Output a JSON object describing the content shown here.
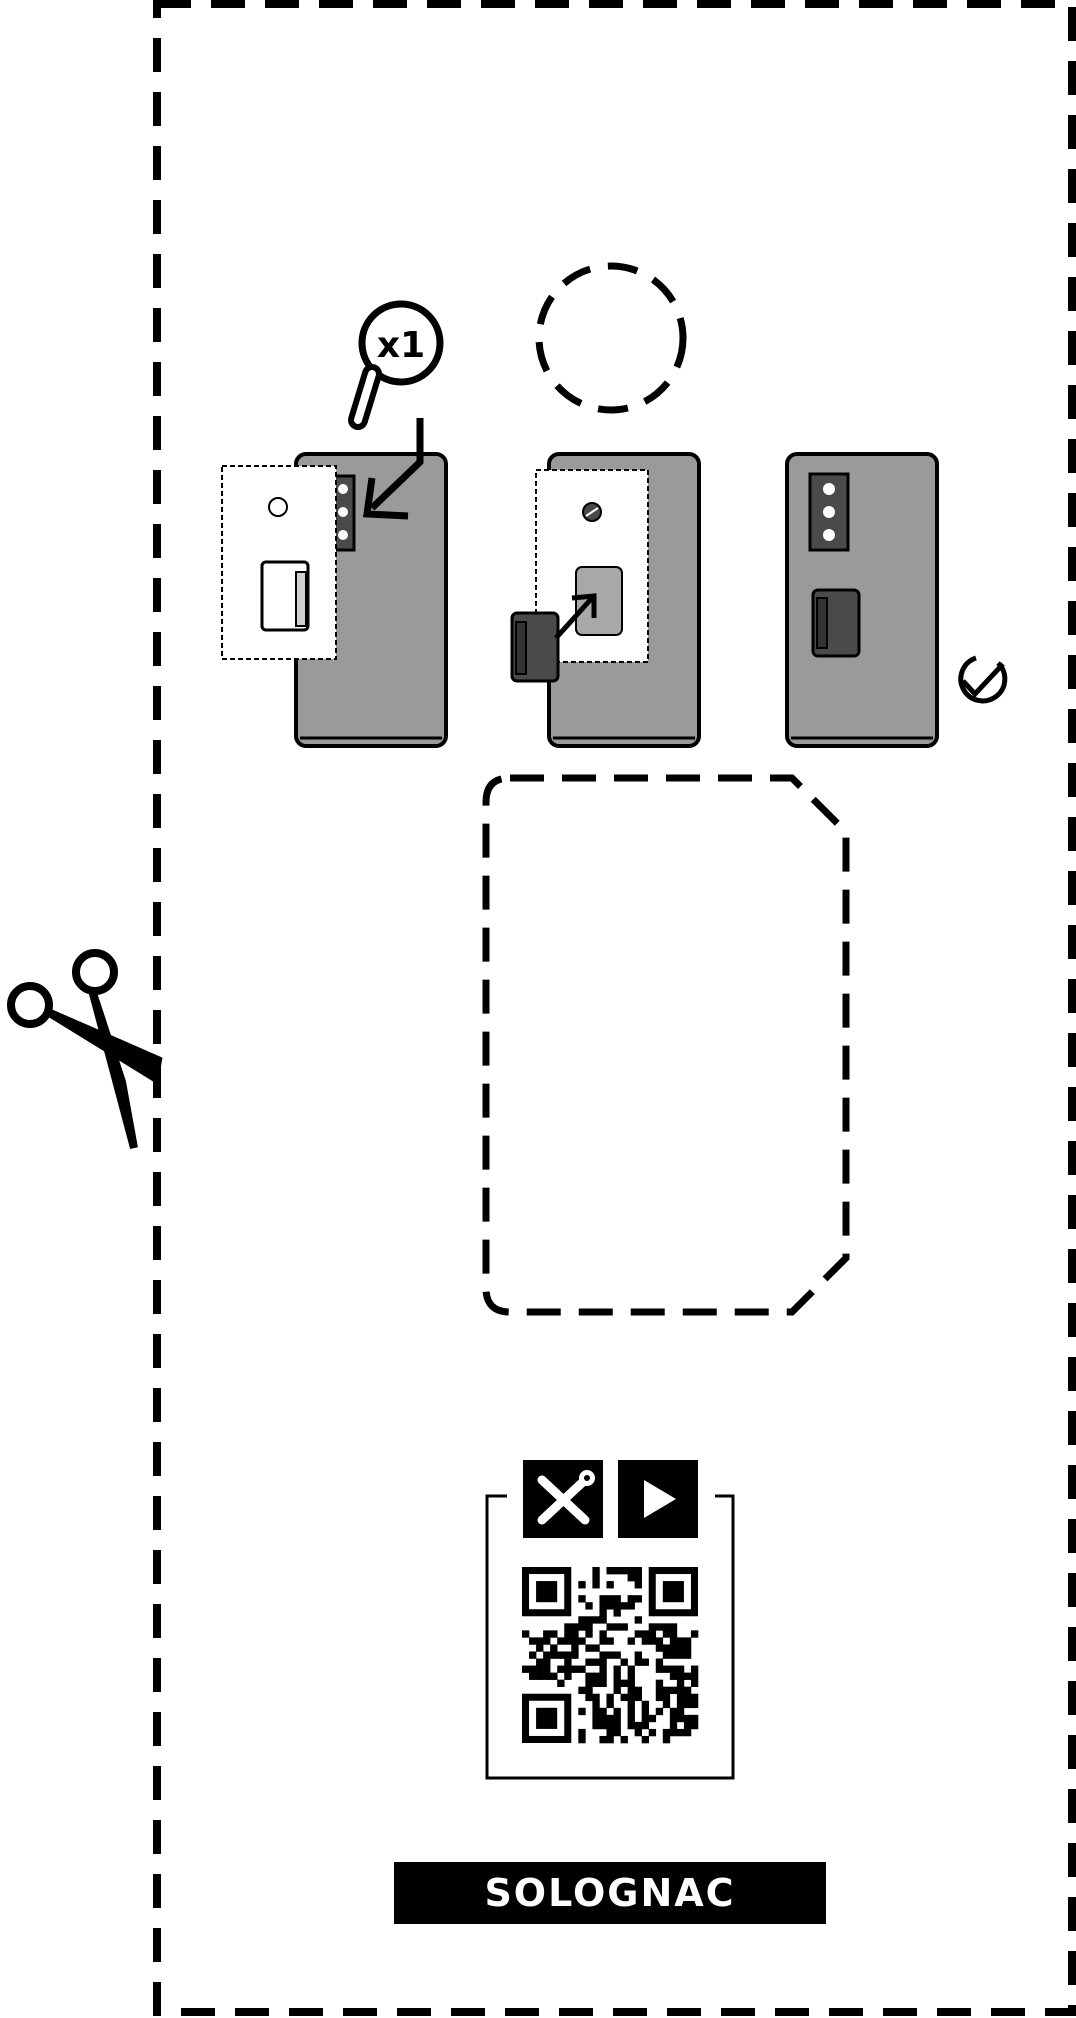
{
  "instruction_sheet": {
    "quantity_label": "x1",
    "brand_name": "SOLOGNAC"
  },
  "colors": {
    "device_gray": "#9a9a9a",
    "dark_component": "#4a4a4a",
    "line": "#000000",
    "paper": "#ffffff"
  },
  "icons": [
    "scissors-icon",
    "magnifier-icon",
    "check-circle-icon",
    "tools-icon",
    "play-icon",
    "qr-code"
  ]
}
